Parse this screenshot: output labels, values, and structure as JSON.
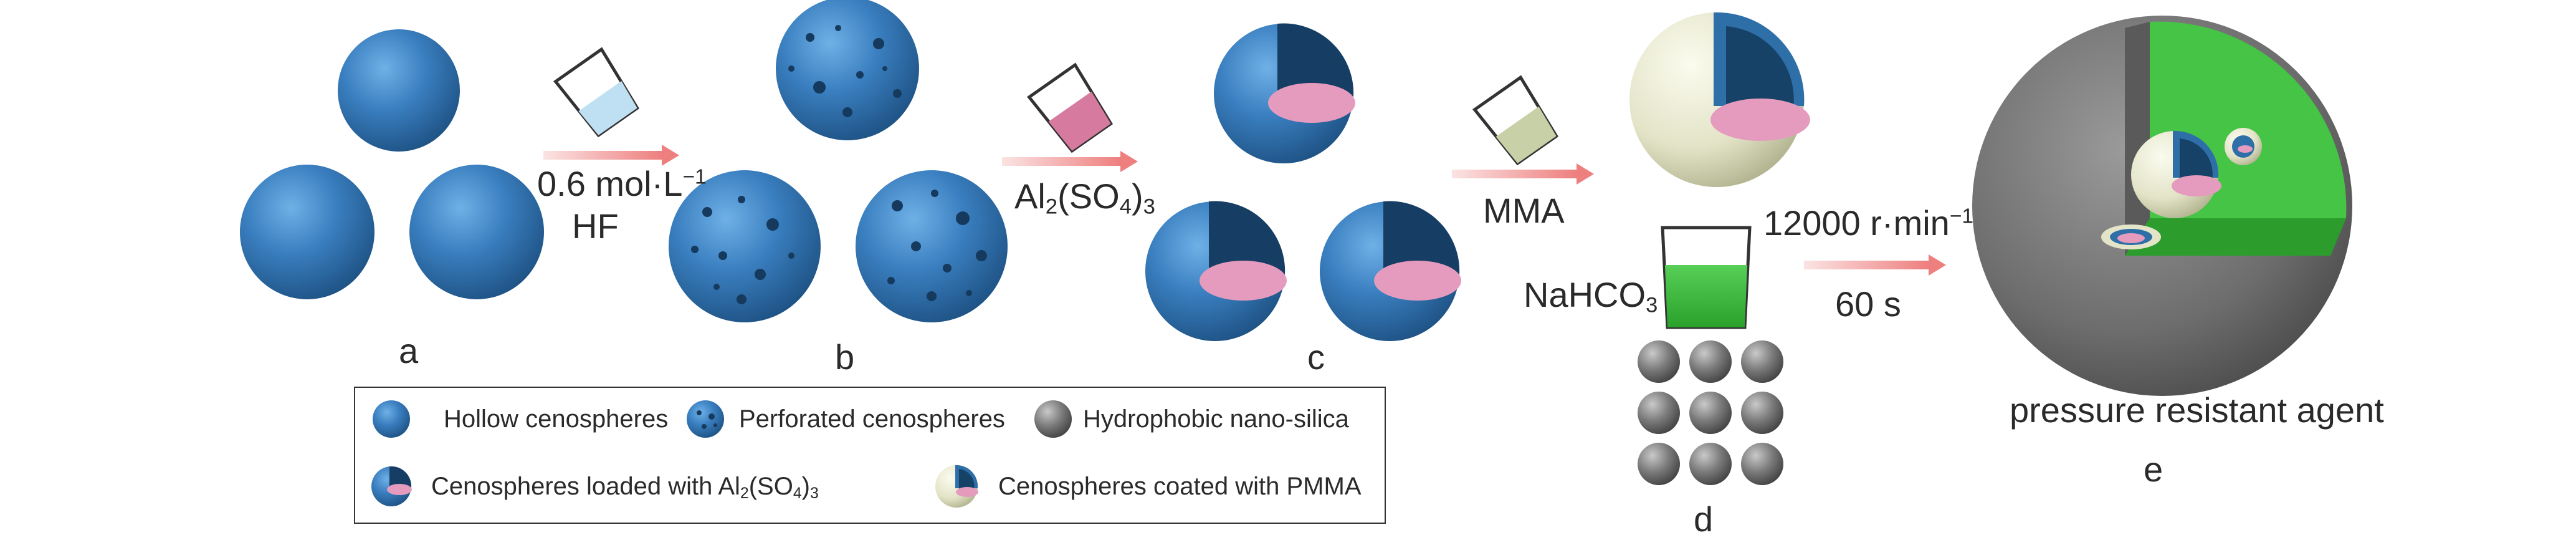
{
  "steps": {
    "a": "a",
    "b": "b",
    "c": "c",
    "d": "d",
    "e": "e"
  },
  "arrow1": {
    "line1": "0.6 mol·L",
    "sup": "−1",
    "line2": "HF"
  },
  "arrow2": {
    "pre": "Al",
    "sub1": "2",
    "mid": "(SO",
    "sub2": "4",
    "post": ")",
    "sub3": "3"
  },
  "arrow3": {
    "label": "MMA"
  },
  "bicarbonate": {
    "pre": "NaHCO",
    "sub": "3"
  },
  "arrow4": {
    "line1": "12000 r·min",
    "sup": "−1",
    "line2": "60 s"
  },
  "product_label": "pressure resistant agent",
  "legend": {
    "hollow": "Hollow cenospheres",
    "perforated": "Perforated cenospheres",
    "silica": "Hydrophobic nano-silica",
    "loaded_pre": "Cenospheres loaded with Al",
    "loaded_sub1": "2",
    "loaded_mid": "(SO",
    "loaded_sub2": "4",
    "loaded_post": ")",
    "loaded_sub3": "3",
    "coated": "Cenospheres coated with PMMA"
  },
  "colors": {
    "sphere_blue": "#2f6fa8",
    "pink": "#d98aa8",
    "pmma_shell": "#e3e4c8",
    "green": "#3bbd3b",
    "gray": "#6f6f6f",
    "arrow": "#f08a8a"
  }
}
